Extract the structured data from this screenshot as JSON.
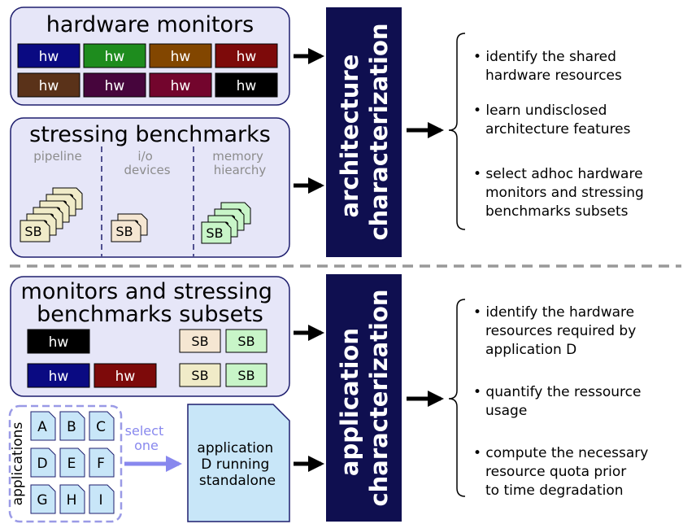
{
  "top": {
    "hardware_monitors": {
      "title": "hardware monitors",
      "boxes": [
        {
          "label": "hw",
          "color": "#0a0a82"
        },
        {
          "label": "hw",
          "color": "#1e8c1e"
        },
        {
          "label": "hw",
          "color": "#824600"
        },
        {
          "label": "hw",
          "color": "#7d0a0a"
        },
        {
          "label": "hw",
          "color": "#5a3219"
        },
        {
          "label": "hw",
          "color": "#46053c"
        },
        {
          "label": "hw",
          "color": "#73052d"
        },
        {
          "label": "hw",
          "color": "#000000"
        }
      ]
    },
    "stressing_benchmarks": {
      "title": "stressing benchmarks",
      "columns": [
        {
          "label_lines": [
            "pipeline"
          ]
        },
        {
          "label_lines": [
            "i/o",
            "devices"
          ]
        },
        {
          "label_lines": [
            "memory",
            "hiearchy"
          ]
        }
      ],
      "sb_label": "SB",
      "sb_colors": {
        "beige": "#f0ebc8",
        "peach": "#f5e6d2",
        "green": "#c8f5c8"
      }
    },
    "characterization_lines": [
      "architecture",
      "characterization"
    ],
    "bullets": [
      [
        "• identify the shared",
        "hardware resources"
      ],
      [
        "• learn undisclosed",
        "architecture features"
      ],
      [
        "• select adhoc hardware",
        "monitors and stressing",
        "benchmarks subsets"
      ]
    ]
  },
  "bottom": {
    "subsets": {
      "title_lines": [
        "monitors and stressing",
        "benchmarks subsets"
      ],
      "hw_boxes": [
        {
          "label": "hw",
          "color": "#000000"
        },
        {
          "label": "hw",
          "color": "#0a0a82"
        },
        {
          "label": "hw",
          "color": "#7d0a0a"
        }
      ],
      "sb_boxes": [
        {
          "label": "SB",
          "color": "#f5e6d2"
        },
        {
          "label": "SB",
          "color": "#c8f5c8"
        },
        {
          "label": "SB",
          "color": "#f0ebc8"
        },
        {
          "label": "SB",
          "color": "#c8f5c8"
        }
      ]
    },
    "applications": {
      "label": "applications",
      "letters": [
        "A",
        "B",
        "C",
        "D",
        "E",
        "F",
        "G",
        "H",
        "I"
      ],
      "select_lines": [
        "select",
        "one"
      ],
      "standalone_lines": [
        "application",
        "D running",
        "standalone"
      ]
    },
    "characterization_lines": [
      "application",
      "characterization"
    ],
    "bullets": [
      [
        "• identify the hardware",
        "resources required by",
        "application D"
      ],
      [
        "• quantify the ressource",
        "usage"
      ],
      [
        "• compute the necessary",
        "resource quota prior",
        "to time degradation"
      ]
    ]
  },
  "colors": {
    "panel_fill": "#e6e6f8",
    "panel_stroke": "#1e1e6e",
    "char_fill": "#0f0f50",
    "doc_fill": "#c8e6f8",
    "apps_border": "#9a9ae6",
    "select_arrow": "#8888ee",
    "divider": "#999999"
  }
}
